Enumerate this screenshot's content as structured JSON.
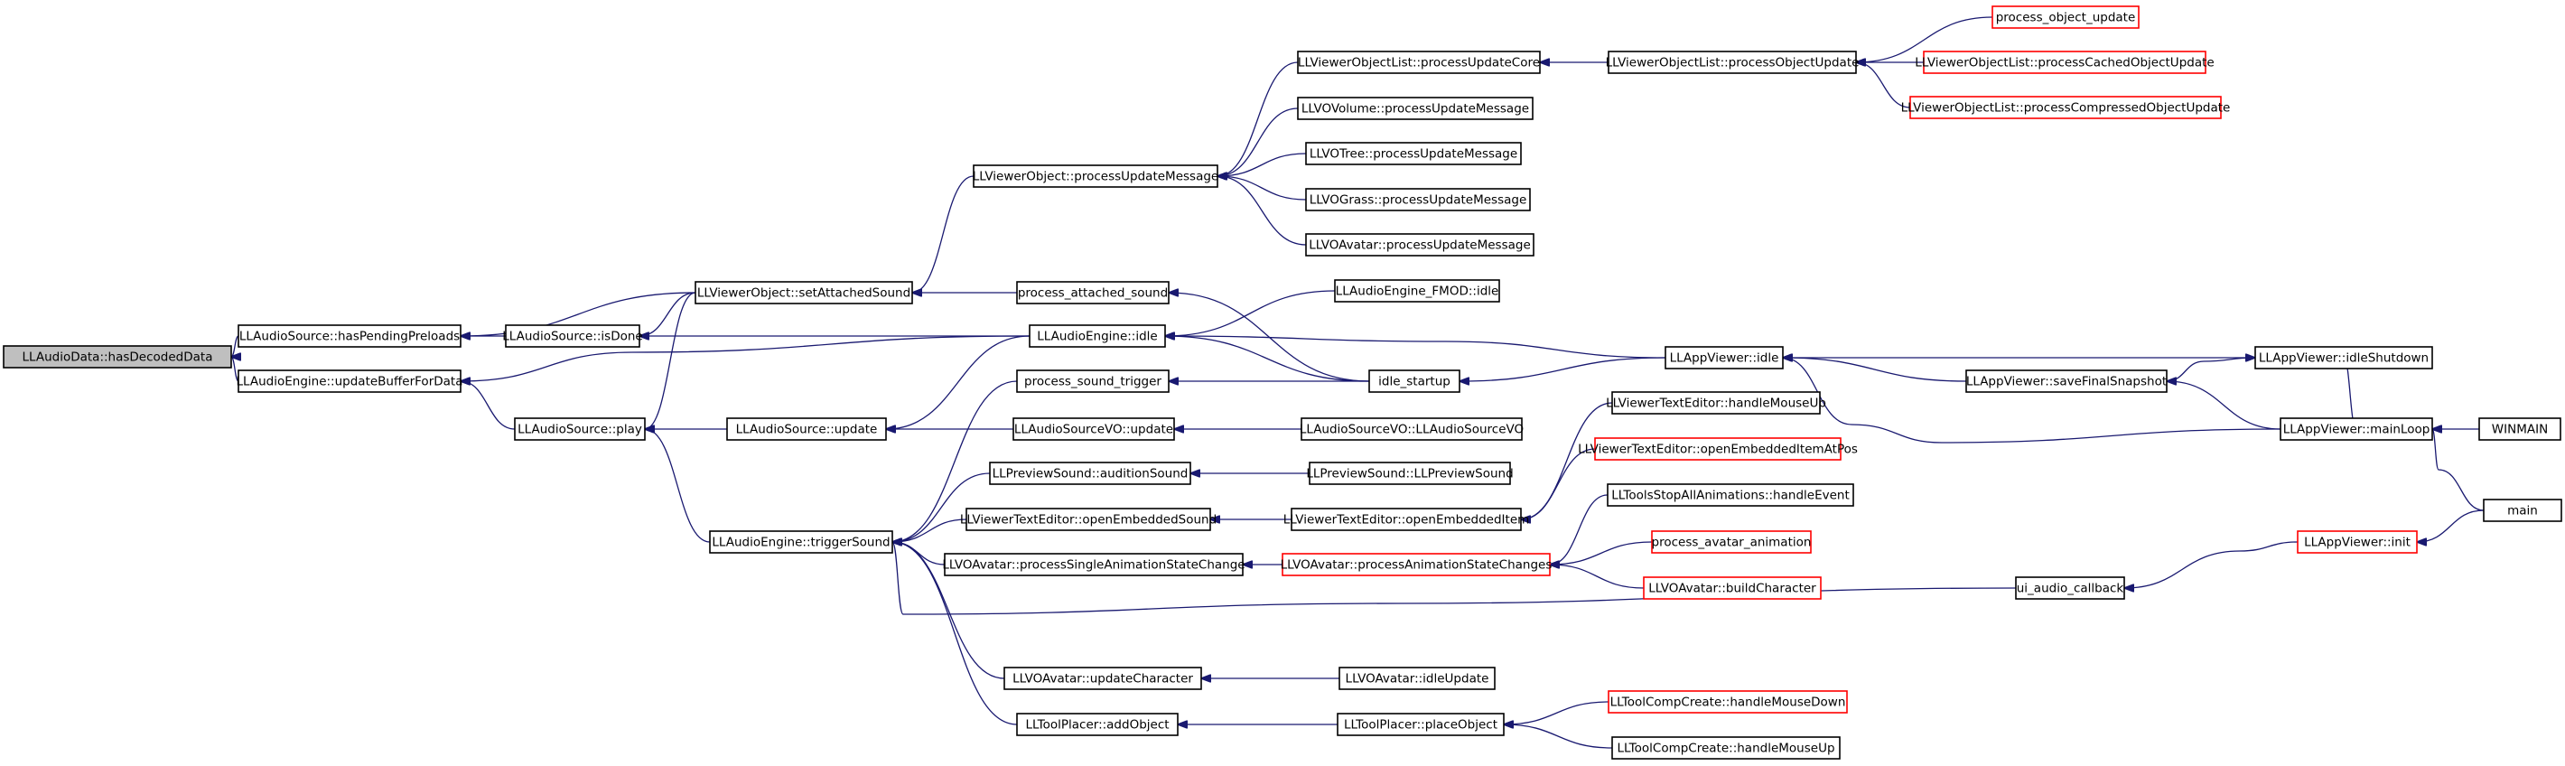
{
  "graph": {
    "kind": "caller-graph",
    "colors": {
      "edge": "#191970",
      "node_border": "#000000",
      "incomplete_border": "#ff0000",
      "root_fill": "#bfbfbf"
    },
    "nodes": [
      {
        "id": "n0",
        "label": "LLAudioData::hasDecodedData",
        "root": true
      },
      {
        "id": "n1",
        "label": "LLAudioSource::hasPendingPreloads"
      },
      {
        "id": "n2",
        "label": "LLAudioEngine::updateBufferForData"
      },
      {
        "id": "n3",
        "label": "LLAudioSource::isDone"
      },
      {
        "id": "n4",
        "label": "LLViewerObject::setAttachedSound"
      },
      {
        "id": "n5",
        "label": "LLAudioEngine::idle"
      },
      {
        "id": "n6",
        "label": "LLAudioSource::play"
      },
      {
        "id": "n7",
        "label": "LLAudioSource::update"
      },
      {
        "id": "n8",
        "label": "LLAudioEngine::triggerSound"
      },
      {
        "id": "n9",
        "label": "LLViewerObject::processUpdateMessage"
      },
      {
        "id": "n10",
        "label": "process_attached_sound"
      },
      {
        "id": "n11",
        "label": "LLViewerObjectList::processUpdateCore"
      },
      {
        "id": "n12",
        "label": "LLVOVolume::processUpdateMessage"
      },
      {
        "id": "n13",
        "label": "LLVOTree::processUpdateMessage"
      },
      {
        "id": "n14",
        "label": "LLVOGrass::processUpdateMessage"
      },
      {
        "id": "n15",
        "label": "LLVOAvatar::processUpdateMessage"
      },
      {
        "id": "n16",
        "label": "LLViewerObjectList::processObjectUpdate"
      },
      {
        "id": "n17",
        "label": "process_object_update",
        "incomplete": true
      },
      {
        "id": "n18",
        "label": "LLViewerObjectList::processCachedObjectUpdate",
        "incomplete": true
      },
      {
        "id": "n19",
        "label": "LLViewerObjectList::processCompressedObjectUpdate",
        "incomplete": true
      },
      {
        "id": "n20",
        "label": "LLAudioEngine_FMOD::idle"
      },
      {
        "id": "n21",
        "label": "idle_startup"
      },
      {
        "id": "n22",
        "label": "LLAppViewer::idle"
      },
      {
        "id": "n23",
        "label": "LLAppViewer::idleShutdown"
      },
      {
        "id": "n24",
        "label": "LLAppViewer::saveFinalSnapshot"
      },
      {
        "id": "n25",
        "label": "LLAppViewer::mainLoop"
      },
      {
        "id": "n26",
        "label": "WINMAIN"
      },
      {
        "id": "n27",
        "label": "main"
      },
      {
        "id": "n28",
        "label": "process_sound_trigger"
      },
      {
        "id": "n29",
        "label": "LLAudioSourceVO::update"
      },
      {
        "id": "n30",
        "label": "LLAudioSourceVO::LLAudioSourceVO"
      },
      {
        "id": "n31",
        "label": "LLPreviewSound::auditionSound"
      },
      {
        "id": "n32",
        "label": "LLPreviewSound::LLPreviewSound"
      },
      {
        "id": "n33",
        "label": "LLViewerTextEditor::openEmbeddedSound"
      },
      {
        "id": "n34",
        "label": "LLViewerTextEditor::openEmbeddedItem"
      },
      {
        "id": "n35",
        "label": "LLViewerTextEditor::handleMouseUp"
      },
      {
        "id": "n36",
        "label": "LLViewerTextEditor::openEmbeddedItemAtPos",
        "incomplete": true
      },
      {
        "id": "n37",
        "label": "LLVOAvatar::processSingleAnimationStateChange"
      },
      {
        "id": "n38",
        "label": "LLVOAvatar::processAnimationStateChanges",
        "incomplete": true
      },
      {
        "id": "n39",
        "label": "LLToolsStopAllAnimations::handleEvent"
      },
      {
        "id": "n40",
        "label": "process_avatar_animation",
        "incomplete": true
      },
      {
        "id": "n41",
        "label": "LLVOAvatar::buildCharacter",
        "incomplete": true
      },
      {
        "id": "n42",
        "label": "ui_audio_callback"
      },
      {
        "id": "n43",
        "label": "LLAppViewer::init",
        "incomplete": true
      },
      {
        "id": "n44",
        "label": "LLVOAvatar::updateCharacter"
      },
      {
        "id": "n45",
        "label": "LLVOAvatar::idleUpdate"
      },
      {
        "id": "n46",
        "label": "LLToolPlacer::addObject"
      },
      {
        "id": "n47",
        "label": "LLToolPlacer::placeObject"
      },
      {
        "id": "n48",
        "label": "LLToolCompCreate::handleMouseDown",
        "incomplete": true
      },
      {
        "id": "n49",
        "label": "LLToolCompCreate::handleMouseUp"
      }
    ],
    "edges": [
      [
        "n1",
        "n0"
      ],
      [
        "n2",
        "n0"
      ],
      [
        "n4",
        "n1"
      ],
      [
        "n3",
        "n1"
      ],
      [
        "n6",
        "n2"
      ],
      [
        "n5",
        "n2"
      ],
      [
        "n4",
        "n3"
      ],
      [
        "n5",
        "n3"
      ],
      [
        "n10",
        "n4"
      ],
      [
        "n9",
        "n4"
      ],
      [
        "n22",
        "n5"
      ],
      [
        "n21",
        "n5"
      ],
      [
        "n20",
        "n5"
      ],
      [
        "n4",
        "n6"
      ],
      [
        "n7",
        "n6"
      ],
      [
        "n8",
        "n6"
      ],
      [
        "n5",
        "n7"
      ],
      [
        "n29",
        "n7"
      ],
      [
        "n28",
        "n8"
      ],
      [
        "n31",
        "n8"
      ],
      [
        "n33",
        "n8"
      ],
      [
        "n37",
        "n8"
      ],
      [
        "n42",
        "n8"
      ],
      [
        "n44",
        "n8"
      ],
      [
        "n46",
        "n8"
      ],
      [
        "n11",
        "n9"
      ],
      [
        "n12",
        "n9"
      ],
      [
        "n13",
        "n9"
      ],
      [
        "n14",
        "n9"
      ],
      [
        "n15",
        "n9"
      ],
      [
        "n21",
        "n10"
      ],
      [
        "n16",
        "n11"
      ],
      [
        "n17",
        "n16"
      ],
      [
        "n18",
        "n16"
      ],
      [
        "n19",
        "n16"
      ],
      [
        "n22",
        "n21"
      ],
      [
        "n21",
        "n28"
      ],
      [
        "n23",
        "n22"
      ],
      [
        "n24",
        "n22"
      ],
      [
        "n25",
        "n22"
      ],
      [
        "n24",
        "n23"
      ],
      [
        "n25",
        "n23"
      ],
      [
        "n25",
        "n24"
      ],
      [
        "n26",
        "n25"
      ],
      [
        "n27",
        "n25"
      ],
      [
        "n30",
        "n29"
      ],
      [
        "n32",
        "n31"
      ],
      [
        "n34",
        "n33"
      ],
      [
        "n35",
        "n34"
      ],
      [
        "n36",
        "n34"
      ],
      [
        "n38",
        "n37"
      ],
      [
        "n39",
        "n38"
      ],
      [
        "n40",
        "n38"
      ],
      [
        "n41",
        "n38"
      ],
      [
        "n43",
        "n42"
      ],
      [
        "n27",
        "n43"
      ],
      [
        "n45",
        "n44"
      ],
      [
        "n47",
        "n46"
      ],
      [
        "n48",
        "n47"
      ],
      [
        "n49",
        "n47"
      ]
    ]
  }
}
